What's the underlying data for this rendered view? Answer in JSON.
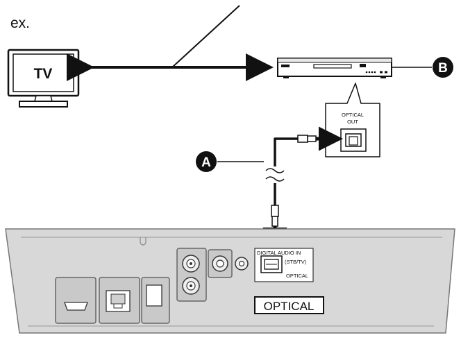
{
  "example_label": "ex.",
  "tv_label": "TV",
  "callout_a": "A",
  "callout_b": "B",
  "port_label_line1": "OPTICAL",
  "port_label_line2": "OUT",
  "digital_audio_label": "DIGITAL AUDIO IN",
  "stb_tv_label": "(STB/TV)",
  "optical_small_label": "OPTICAL",
  "optical_highlight_label": "OPTICAL",
  "colors": {
    "line": "#111111",
    "panel": "#d4d4d4",
    "panel_edge": "#777777",
    "callout_fill": "#111111"
  }
}
